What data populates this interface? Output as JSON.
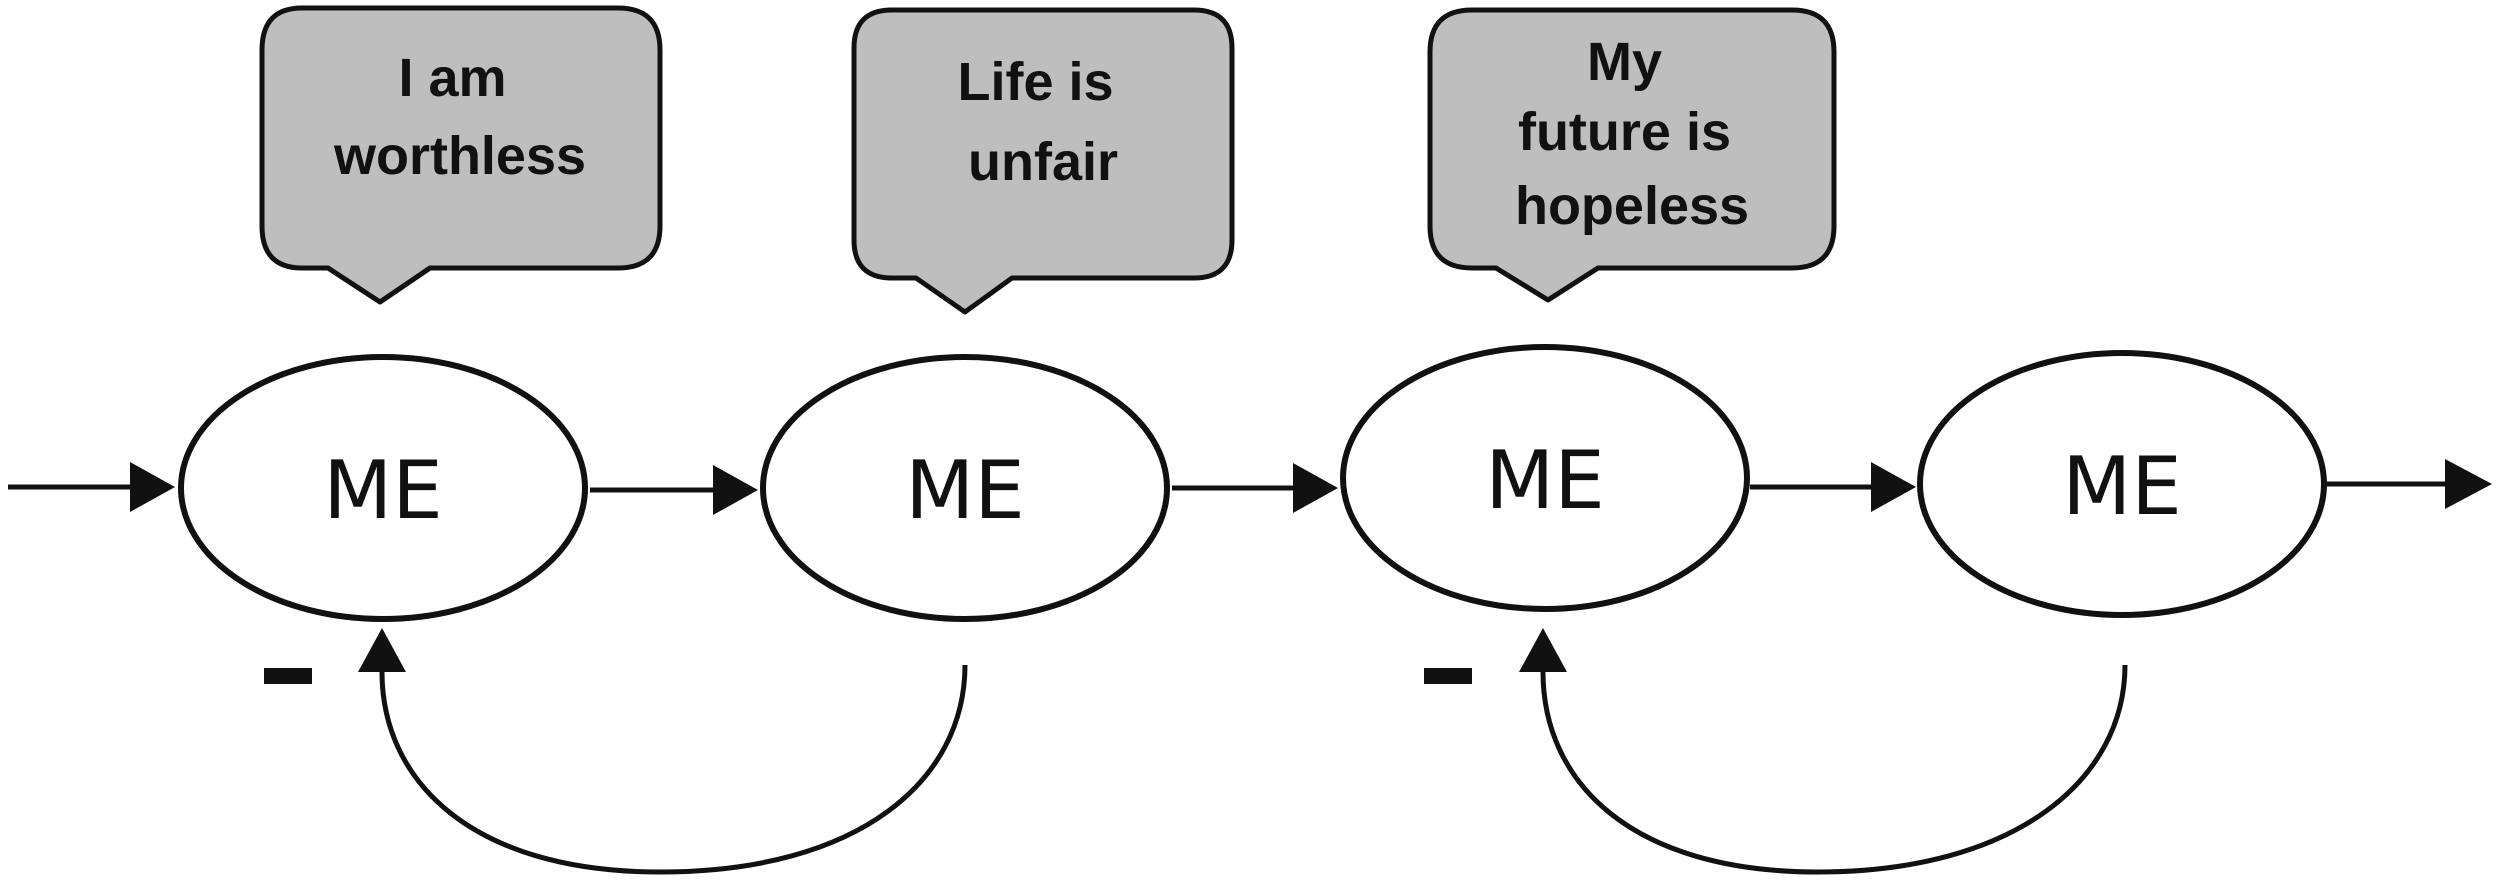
{
  "bubbles": [
    {
      "lines": [
        "I am",
        "worthless"
      ]
    },
    {
      "lines": [
        "Life is",
        "unfair"
      ]
    },
    {
      "lines": [
        "My",
        "future is",
        "hopeless"
      ]
    }
  ],
  "nodes": [
    {
      "label": "ME"
    },
    {
      "label": "ME"
    },
    {
      "label": "ME"
    },
    {
      "label": "ME"
    }
  ],
  "feedback_loops": [
    {
      "from_node": 2,
      "to_node": 1,
      "sign": "-"
    },
    {
      "from_node": 4,
      "to_node": 3,
      "sign": "-"
    }
  ],
  "colors": {
    "bubble_fill": "#bebebe",
    "stroke": "#111111",
    "node_fill": "#ffffff"
  }
}
